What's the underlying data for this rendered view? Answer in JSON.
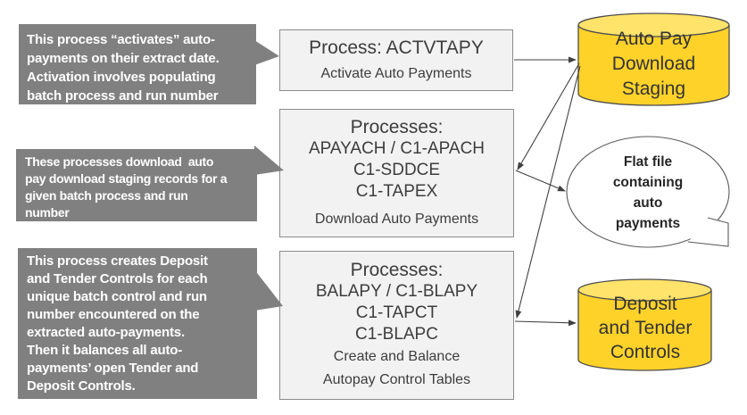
{
  "callouts": [
    {
      "id": "activate-note",
      "lines": [
        "This process “activates” auto-",
        "payments on their extract date.",
        "Activation involves populating",
        "batch process and run number"
      ]
    },
    {
      "id": "download-note",
      "lines": [
        "These processes download  auto",
        "pay download staging records for a",
        "given batch process and run",
        "number"
      ]
    },
    {
      "id": "balance-note",
      "lines": [
        "This process creates Deposit",
        "and Tender Controls for each",
        "unique batch control and run",
        "number encountered on the",
        "extracted auto-payments.",
        "Then it balances all auto-",
        "payments’ open Tender and",
        "Deposit Controls."
      ]
    }
  ],
  "process_boxes": [
    {
      "title": "Process: ACTVTAPY",
      "codes": [],
      "subtitles": [
        "Activate Auto Payments"
      ]
    },
    {
      "title": "Processes:",
      "codes": [
        "APAYACH / C1-APACH",
        "C1-SDDCE",
        "C1-TAPEX"
      ],
      "subtitles": [
        "Download Auto Payments"
      ]
    },
    {
      "title": "Processes:",
      "codes": [
        "BALAPY / C1-BLAPY",
        "C1-TAPCT",
        "C1-BLAPC"
      ],
      "subtitles": [
        "Create and Balance",
        "Autopay Control Tables"
      ]
    }
  ],
  "datastores": [
    {
      "lines": [
        "Auto Pay",
        "Download",
        "Staging"
      ]
    },
    {
      "lines": [
        "Deposit",
        "and Tender",
        "Controls"
      ]
    }
  ],
  "flat_file": {
    "lines": [
      "Flat file",
      "containing",
      "auto",
      "payments"
    ]
  },
  "colors": {
    "callout_fill": "#808080",
    "callout_text": "#ffffff",
    "box_fill": "#f2f2f2",
    "box_border": "#8c8c8c",
    "box_text": "#3d3d3d",
    "cylinder_fill": "#ffd22a",
    "cylinder_top_fill": "#ffe36a",
    "shape_stroke": "#4d4d4d",
    "arrow": "#404040",
    "bubble_stroke": "#5a5a5a"
  }
}
